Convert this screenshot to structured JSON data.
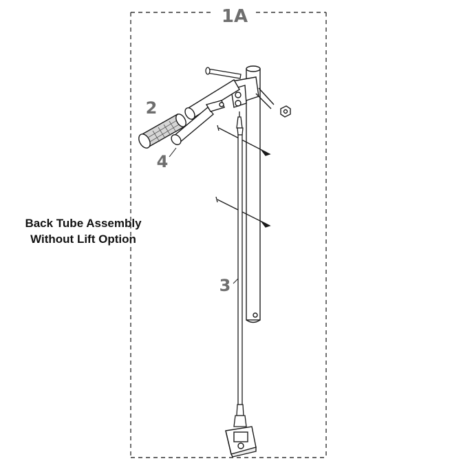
{
  "figure": {
    "group_label": "1A",
    "caption_line1": "Back Tube Assembly",
    "caption_line2": "Without Lift Option",
    "callouts": {
      "handle_grip": "2",
      "cable": "3",
      "lever": "4"
    }
  },
  "colors": {
    "line": "#1a1a1a",
    "callout": "#6e6e6e",
    "frame": "#333333"
  }
}
